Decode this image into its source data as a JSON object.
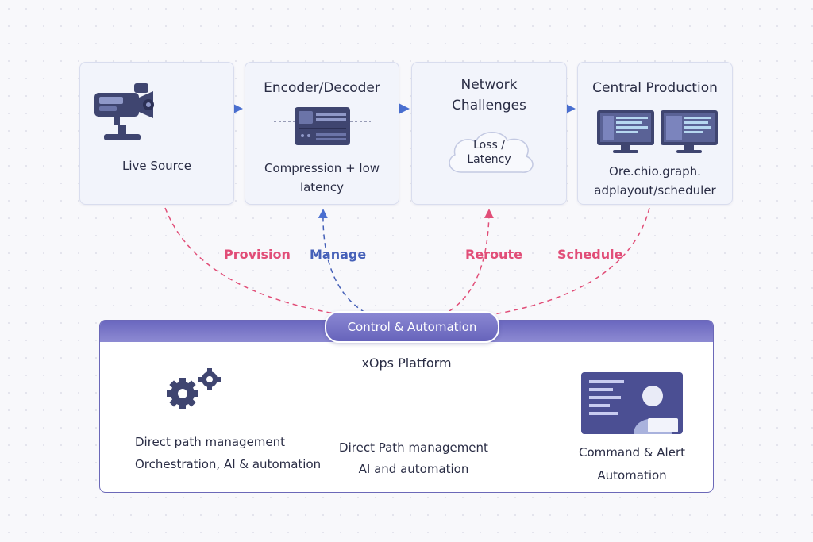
{
  "cards": [
    {
      "title": "Live Source",
      "icon": "video-camera-icon"
    },
    {
      "title": "Encoder/Decoder",
      "subtitle_1": "Compression + low",
      "subtitle_2": "latency",
      "icon": "encoder-device-icon"
    },
    {
      "title_1": "Network",
      "title_2": "Challenges",
      "cloud_1": "Loss /",
      "cloud_2": "Latency",
      "icon": "cloud-icon"
    },
    {
      "title": "Central Production",
      "subtitle_1": "Ore.chio.graph.",
      "subtitle_2": "adplayout/scheduler",
      "icon": "monitors-icon"
    }
  ],
  "links": {
    "provision": "Provision",
    "manage": "Manage",
    "reroute": "Reroute",
    "schedule": "Schedule"
  },
  "platform": {
    "control": "Control & Automation",
    "name": "xOps Platform",
    "left_1": "Direct path management",
    "left_2": "Orchestration, AI & automation",
    "mid_1": "Direct Path management",
    "mid_2": "AI and automation",
    "right_1": "Command & Alert",
    "right_2": "Automation"
  },
  "colors": {
    "pink": "#e14e78",
    "blue": "#4560b8",
    "accent": "#6a67bf"
  }
}
